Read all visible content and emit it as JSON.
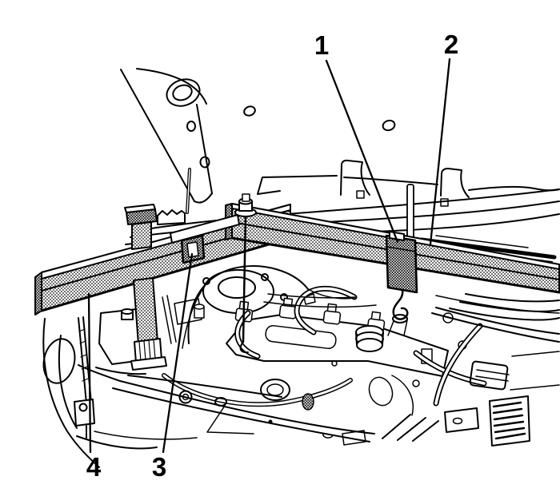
{
  "figure": {
    "kind": "engine-support-fixture-installation-illustration",
    "background_color": "#ffffff",
    "line_color": "#000000"
  },
  "callouts": [
    {
      "label": "1"
    },
    {
      "label": "2"
    },
    {
      "label": "3"
    },
    {
      "label": "4"
    }
  ]
}
